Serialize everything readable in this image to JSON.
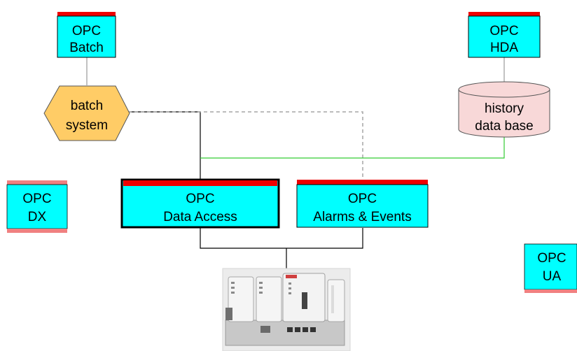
{
  "nodes": {
    "opc_batch": {
      "line1": "OPC",
      "line2": "Batch"
    },
    "opc_hda": {
      "line1": "OPC",
      "line2": "HDA"
    },
    "batch_system": {
      "line1": "batch",
      "line2": "system"
    },
    "history_db": {
      "line1": "history",
      "line2": "data base"
    },
    "opc_dx": {
      "line1": "OPC",
      "line2": "DX"
    },
    "opc_da": {
      "line1": "OPC",
      "line2": "Data Access"
    },
    "opc_ae": {
      "line1": "OPC",
      "line2": "Alarms & Events"
    },
    "opc_ua": {
      "line1": "OPC",
      "line2": "UA"
    }
  },
  "device": {
    "kind": "controller-hardware-photo"
  },
  "colors": {
    "box_fill": "#00ffff",
    "bar_red": "#ee0000",
    "bar_pink": "#f08080",
    "batch_fill": "#ffcc66",
    "db_fill": "#f8d8d8",
    "green_line": "#33cc33",
    "dashed_line": "#a6a6a6"
  }
}
